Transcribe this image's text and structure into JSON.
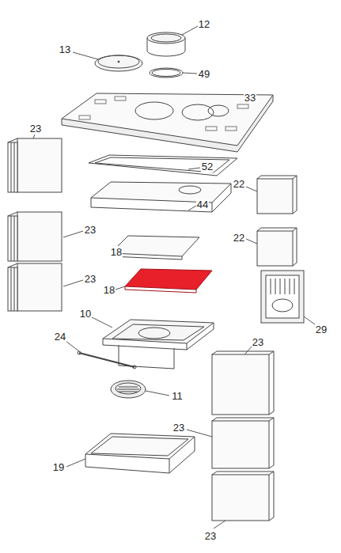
{
  "diagram": {
    "labels": [
      "12",
      "13",
      "49",
      "33",
      "23",
      "52",
      "22",
      "44",
      "23",
      "22",
      "18",
      "23",
      "18",
      "10",
      "29",
      "24",
      "23",
      "11",
      "23",
      "19",
      "23"
    ]
  }
}
